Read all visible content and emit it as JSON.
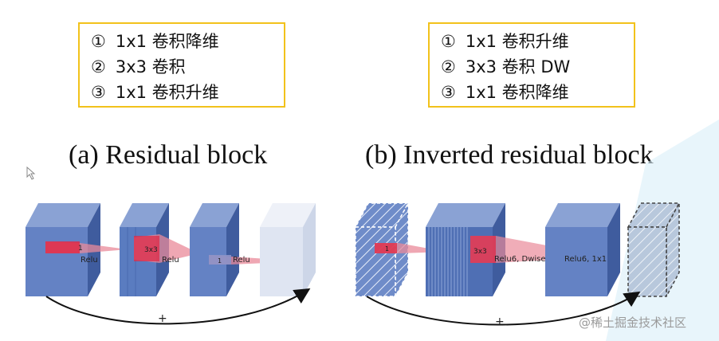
{
  "left_box": {
    "lines": [
      {
        "num": "①",
        "text": "1x1 卷积降维"
      },
      {
        "num": "②",
        "text": "3x3 卷积"
      },
      {
        "num": "③",
        "text": "1x1 卷积升维"
      }
    ]
  },
  "right_box": {
    "lines": [
      {
        "num": "①",
        "text": "1x1 卷积升维"
      },
      {
        "num": "②",
        "text": "3x3 卷积 DW"
      },
      {
        "num": "③",
        "text": "1x1 卷积降维"
      }
    ]
  },
  "captions": {
    "left": "(a) Residual block",
    "right": "(b) Inverted residual block"
  },
  "residual": {
    "kernel_labels": [
      "1",
      "3x3",
      "1"
    ],
    "activations": [
      "Relu",
      "Relu",
      "Relu"
    ],
    "plus": "+"
  },
  "inverted": {
    "kernel_labels": [
      "1",
      "3x3"
    ],
    "activations": [
      "Relu6, Dwise",
      "Relu6, 1x1"
    ],
    "plus": "+"
  },
  "watermark": "@稀土掘金技术社区",
  "colors": {
    "block_front": "#6482c4",
    "block_side": "#3f5c9e",
    "block_top": "#8aa2d4",
    "faded_block": "#dfe5f2",
    "kernel": "#e02a46",
    "box_border": "#f2c21b",
    "skip_arrow": "#111111"
  }
}
